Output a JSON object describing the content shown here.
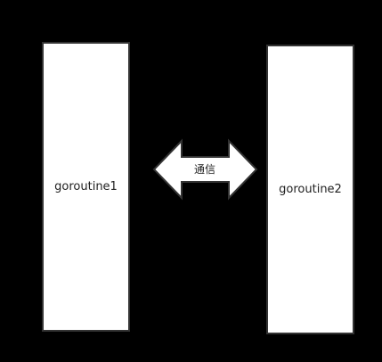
{
  "diagram": {
    "nodes": [
      {
        "id": "goroutine1",
        "label": "goroutine1"
      },
      {
        "id": "goroutine2",
        "label": "goroutine2"
      }
    ],
    "edges": [
      {
        "from": "goroutine1",
        "to": "goroutine2",
        "direction": "bidirectional",
        "label": "通信"
      }
    ],
    "colors": {
      "background": "#000000",
      "node_fill": "#ffffff",
      "node_stroke": "#333333",
      "arrow_fill": "#ffffff",
      "arrow_stroke": "#333333",
      "text": "#222222"
    }
  }
}
